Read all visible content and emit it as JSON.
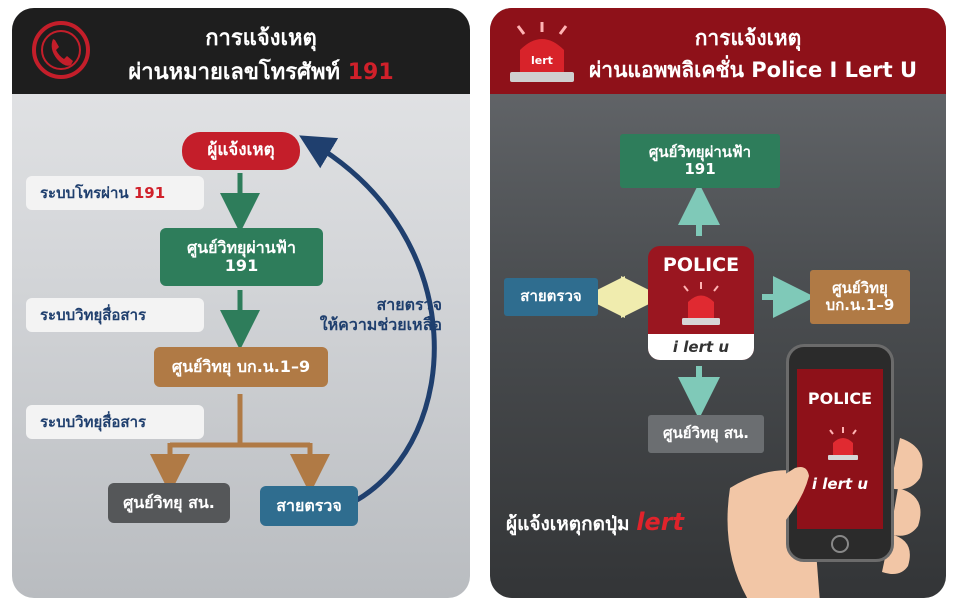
{
  "left": {
    "title_line1": "การแจ้งเหตุ",
    "title_line2": "ผ่านหมายเลขโทรศัพท์",
    "title_number": "191",
    "icon": "phone-icon",
    "reporter": "ผู้แจ้งเหตุ",
    "label_phone_text": "ระบบโทรผ่าน",
    "label_phone_number": "191",
    "center_line1": "ศูนย์วิทยุผ่านฟ้า",
    "center_line2": "191",
    "label_radio_1": "ระบบวิทยุสื่อสาร",
    "division_center": "ศูนย์วิทยุ บก.น.1–9",
    "label_radio_2": "ระบบวิทยุสื่อสาร",
    "station_center": "ศูนย์วิทยุ สน.",
    "patrol": "สายตรวจ",
    "assist_line1": "สายตรวจ",
    "assist_line2": "ให้ความช่วยเหลือ"
  },
  "right": {
    "title_line1": "การแจ้งเหตุ",
    "title_line2": "ผ่านแอพพลิเคชั่น Police I Lert U",
    "icon": "siren-icon",
    "siren_text": "lert",
    "center_line1": "ศูนย์วิทยุผ่านฟ้า",
    "center_line2": "191",
    "patrol": "สายตรวจ",
    "app_title": "POLICE",
    "app_logo": "i lert u",
    "division_line1": "ศูนย์วิทยุ",
    "division_line2": "บก.น.1–9",
    "station_center": "ศูนย์วิทยุ สน.",
    "press_text": "ผู้แจ้งเหตุกดปุ่ม",
    "press_brand": "lert",
    "phone_title": "POLICE",
    "phone_logo": "i lert u"
  },
  "colors": {
    "reporter_red": "#c41e2a",
    "radio_green": "#2e7d5b",
    "division_brown": "#b07a45",
    "patrol_blue": "#2f6d8f",
    "header_dark_red": "#8e1119",
    "arrow_teal": "#7fc9b8",
    "arrow_yellow": "#f0ecae"
  }
}
